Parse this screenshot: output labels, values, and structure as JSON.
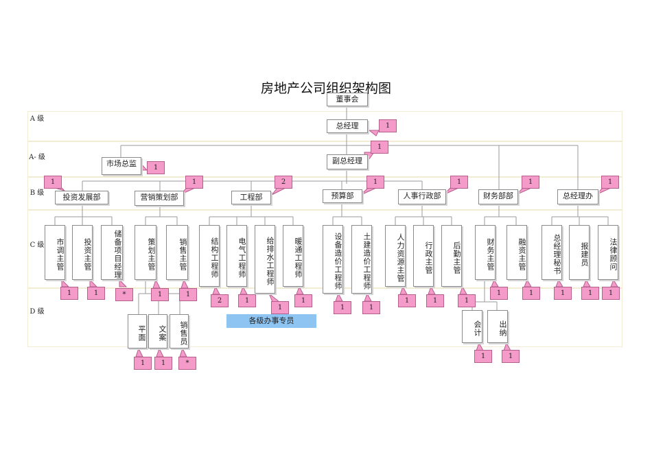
{
  "title": "房地产公司组织架构图",
  "levels": {
    "a": "A 级",
    "a_minus": "A- 级",
    "b": "B 级",
    "c": "C 级",
    "d": "D 级"
  },
  "nodes": {
    "board": "董事会",
    "gm": "总经理",
    "market_director": "市场总监",
    "deputy_gm": "副总经理",
    "invest_dept": "投资发展部",
    "marketing_dept": "营销策划部",
    "engineering_dept": "工程部",
    "budget_dept": "预算部",
    "hr_admin_dept": "人事行政部",
    "finance_dept": "财务部部",
    "gm_office": "总经理办",
    "market_research": "市调主管",
    "invest_supervisor": "投资主管",
    "reserve_pm": "储备项目经理",
    "planning_supervisor": "策划主管",
    "sales_supervisor": "销售主管",
    "structural_eng": "结构工程师",
    "electrical_eng": "电气工程师",
    "plumbing_eng": "给排水工程师",
    "hvac_eng": "暖通工程师",
    "equipment_cost_eng": "设备造价工程师",
    "civil_cost_eng": "土建造价工程师",
    "hr_supervisor": "人力资源主管",
    "admin_supervisor": "行政主管",
    "logistics_supervisor": "后勤主管",
    "finance_supervisor": "财务主管",
    "financing_supervisor": "融资主管",
    "gm_secretary": "总经理秘书",
    "filing_clerk": "报建员",
    "legal_advisor": "法律顾问",
    "graphic": "平面",
    "copywriting": "文案",
    "sales_rep": "销售员",
    "accountant": "会计",
    "cashier": "出纳",
    "liaison": "各级办事专员"
  },
  "headcount": {
    "gm": "1",
    "deputy_gm": "1",
    "market_director": "1",
    "invest_dept": "1",
    "marketing_dept": "1",
    "engineering_dept": "2",
    "budget_dept": "1",
    "hr_admin_dept": "1",
    "finance_dept": "1",
    "gm_office": "1",
    "market_research": "1",
    "invest_supervisor": "1",
    "reserve_pm": "*",
    "planning_supervisor": "1",
    "sales_supervisor": "1",
    "structural_eng": "2",
    "electrical_eng": "1",
    "plumbing_eng": "1",
    "hvac_eng": "1",
    "equipment_cost_eng": "1",
    "civil_cost_eng": "1",
    "hr_supervisor": "1",
    "admin_supervisor": "1",
    "logistics_supervisor": "1",
    "finance_supervisor": "1",
    "financing_supervisor": "1",
    "gm_secretary": "1",
    "filing_clerk": "1",
    "legal_advisor": "1",
    "graphic": "1",
    "copywriting": "1",
    "sales_rep": "*",
    "accountant": "1",
    "cashier": "1"
  },
  "colors": {
    "badge": "#f59bc9",
    "liaison_bar": "#8ec4f2",
    "band_border": "#f1ecd2",
    "line": "#9a9a9a"
  }
}
